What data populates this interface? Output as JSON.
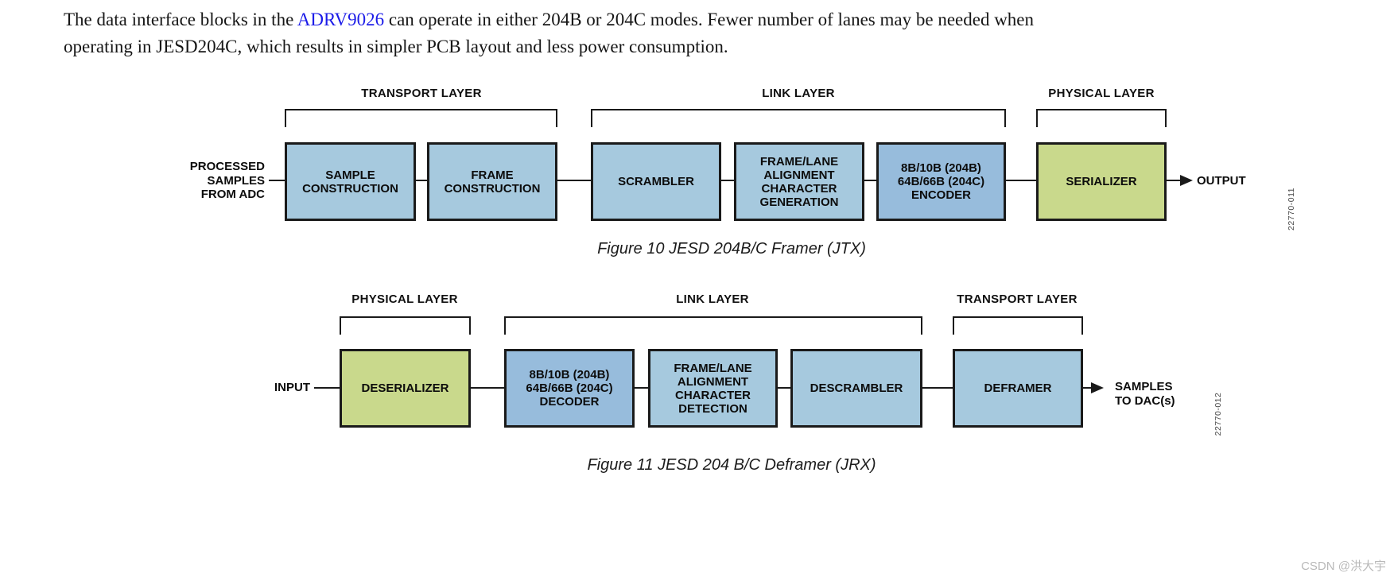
{
  "colors": {
    "block_blue": "#a6c9de",
    "block_blue_dark": "#97bcdc",
    "block_green": "#c9d98c",
    "line_color": "#1a1a1a",
    "link_blue": "#1c1ce8"
  },
  "paragraph": {
    "text_before_link": "The data interface blocks in the ",
    "link_text": "ADRV9026",
    "text_after_link_line1": " can operate in either 204B or 204C modes. Fewer number of lanes may be needed when",
    "line2": "operating in JESD204C, which results in simpler PCB layout and less power consumption."
  },
  "figure10": {
    "layers": {
      "transport": "TRANSPORT LAYER",
      "link": "LINK LAYER",
      "physical": "PHYSICAL LAYER"
    },
    "input_label": "PROCESSED\nSAMPLES\nFROM ADC",
    "blocks": {
      "sample_construction": "SAMPLE\nCONSTRUCTION",
      "frame_construction": "FRAME\nCONSTRUCTION",
      "scrambler": "SCRAMBLER",
      "frame_lane": "FRAME/LANE\nALIGNMENT\nCHARACTER\nGENERATION",
      "encoder": "8B/10B (204B)\n64B/66B (204C)\nENCODER",
      "serializer": "SERIALIZER"
    },
    "output_label": "OUTPUT",
    "part_number": "22770-011",
    "caption": "Figure 10 JESD 204B/C Framer (JTX)"
  },
  "figure11": {
    "layers": {
      "physical": "PHYSICAL LAYER",
      "link": "LINK LAYER",
      "transport": "TRANSPORT LAYER"
    },
    "input_label": "INPUT",
    "blocks": {
      "deserializer": "DESERIALIZER",
      "decoder": "8B/10B (204B)\n64B/66B (204C)\nDECODER",
      "frame_lane": "FRAME/LANE\nALIGNMENT\nCHARACTER\nDETECTION",
      "descrambler": "DESCRAMBLER",
      "deframer": "DEFRAMER"
    },
    "output_label": "SAMPLES\nTO DAC(s)",
    "part_number": "22770-012",
    "caption": "Figure 11 JESD 204 B/C Deframer (JRX)"
  },
  "watermark": "CSDN @洪大宇"
}
